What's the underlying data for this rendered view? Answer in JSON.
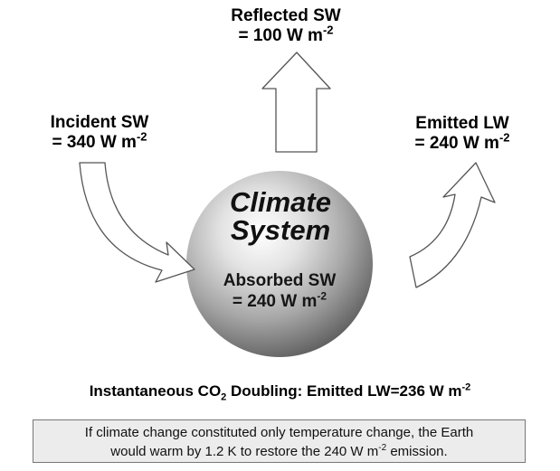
{
  "incident": {
    "title": "Incident SW",
    "value": "= 340 W m",
    "exp": "-2"
  },
  "reflected": {
    "title": "Reflected SW",
    "value": "= 100 W m",
    "exp": "-2"
  },
  "emitted": {
    "title": "Emitted LW",
    "value": "= 240 W m",
    "exp": "-2"
  },
  "center": {
    "line1": "Climate",
    "line2": "System"
  },
  "absorbed": {
    "title": "Absorbed SW",
    "value": "= 240 W m",
    "exp": "-2"
  },
  "caption": {
    "pre": "Instantaneous CO",
    "sub": "2",
    "post": " Doubling: Emitted LW=236 W m",
    "exp": "-2"
  },
  "note": {
    "line1": "If climate change constituted only temperature change, the Earth",
    "line2_pre": "would warm by 1.2 K to restore the 240 W m",
    "line2_exp": "-2",
    "line2_post": " emission."
  }
}
